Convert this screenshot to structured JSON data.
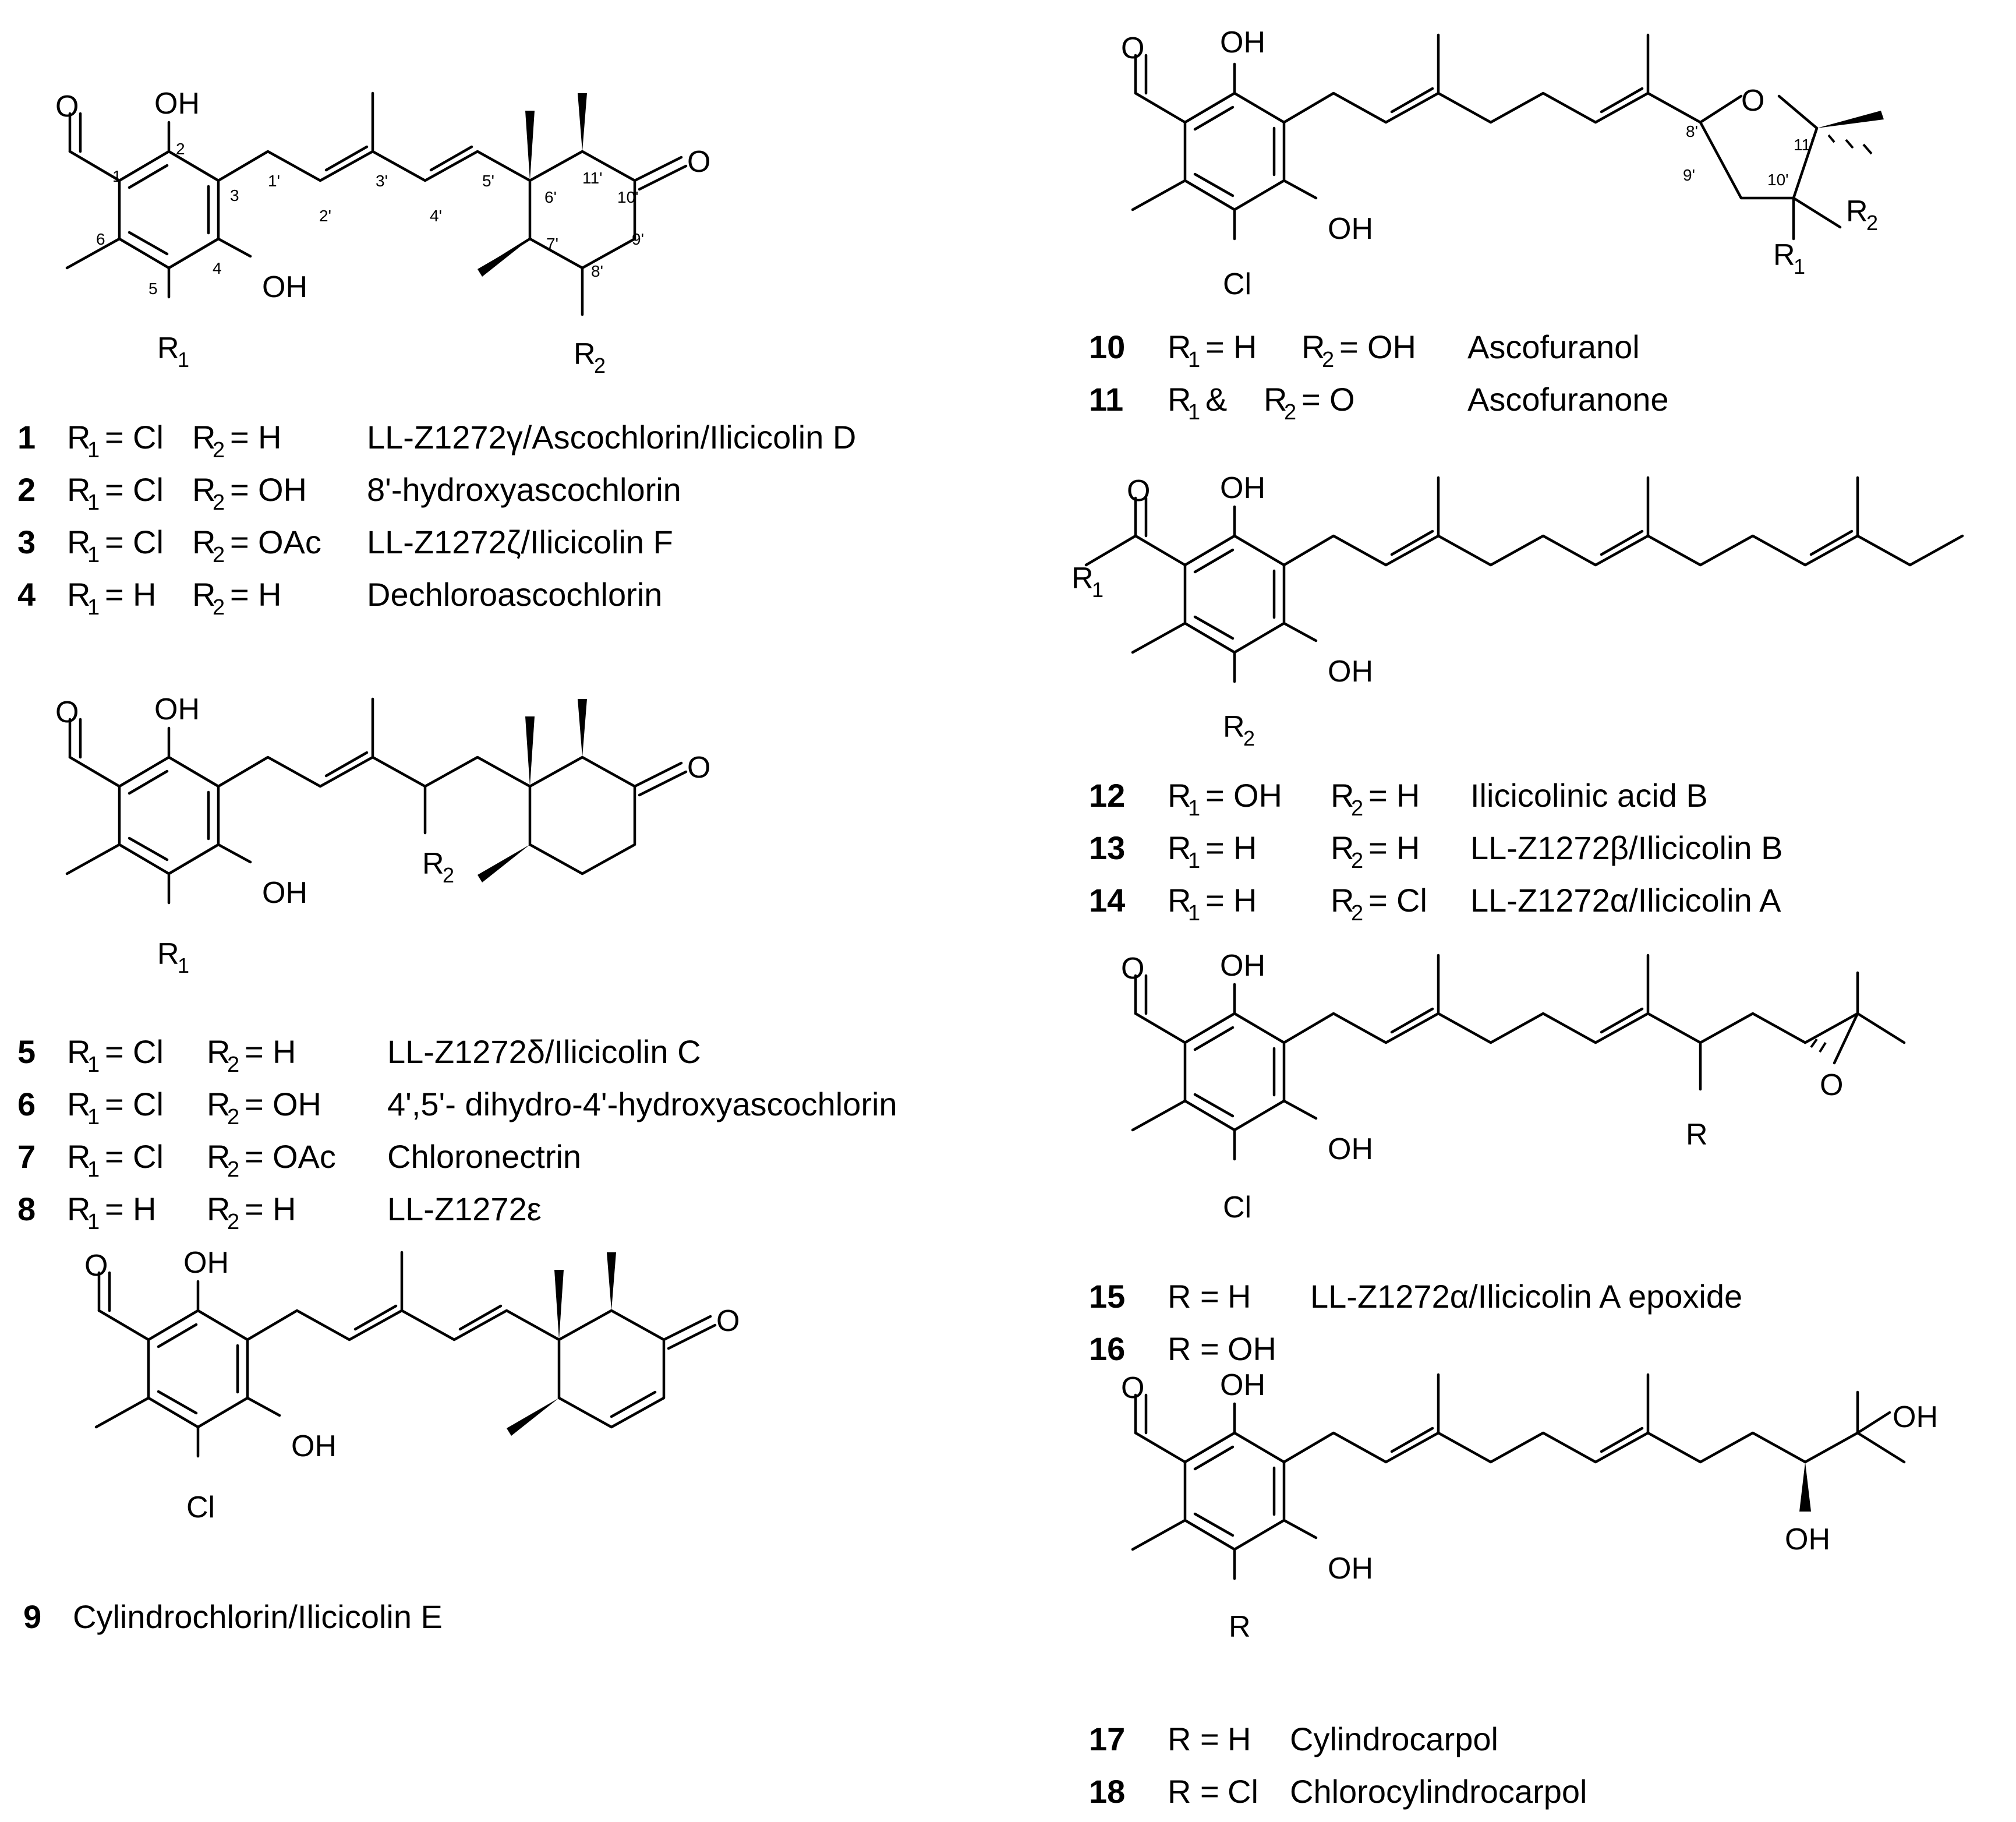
{
  "atoms": {
    "O": "O",
    "OH": "OH",
    "Cl": "Cl",
    "R": "R",
    "R1": "R",
    "R2": "R",
    "sub1": "1",
    "sub2": "2"
  },
  "numbering": [
    "1",
    "2",
    "3",
    "4",
    "5",
    "6",
    "1'",
    "2'",
    "3'",
    "4'",
    "5'",
    "6'",
    "7'",
    "8'",
    "9'",
    "10'",
    "11'"
  ],
  "numbering_b": [
    "8'",
    "9'",
    "10'",
    "11'"
  ],
  "legends": [
    {
      "id": "1",
      "r1": "Cl",
      "r2": "H",
      "name": "LL-Z1272γ/Ascochlorin/Ilicicolin D"
    },
    {
      "id": "2",
      "r1": "Cl",
      "r2": "OH",
      "name": "8'-hydroxyascochlorin"
    },
    {
      "id": "3",
      "r1": "Cl",
      "r2": "OAc",
      "name": "LL-Z1272ζ/Ilicicolin F"
    },
    {
      "id": "4",
      "r1": "H",
      "r2": "H",
      "name": "Dechloroascochlorin"
    },
    {
      "id": "5",
      "r1": "Cl",
      "r2": "H",
      "name": "LL-Z1272δ/Ilicicolin C"
    },
    {
      "id": "6",
      "r1": "Cl",
      "r2": "OH",
      "name": "4',5'- dihydro-4'-hydroxyascochlorin"
    },
    {
      "id": "7",
      "r1": "Cl",
      "r2": "OAc",
      "name": "Chloronectrin"
    },
    {
      "id": "8",
      "r1": "H",
      "r2": "H",
      "name": "LL-Z1272ε"
    },
    {
      "id": "9",
      "name": "Cylindrochlorin/Ilicicolin E"
    },
    {
      "id": "10",
      "r1": "H",
      "r2": "OH",
      "name": "Ascofuranol"
    },
    {
      "id": "11",
      "pair": "& R",
      "r2": "O",
      "name": "Ascofuranone"
    },
    {
      "id": "12",
      "r1": "OH",
      "r2": "H",
      "name": "Ilicicolinic acid B"
    },
    {
      "id": "13",
      "r1": "H",
      "r2": "H",
      "name": "LL-Z1272β/Ilicicolin B"
    },
    {
      "id": "14",
      "r1": "H",
      "r2": "Cl",
      "name": "LL-Z1272α/Ilicicolin A"
    },
    {
      "id": "15",
      "r": "H",
      "name": "LL-Z1272α/Ilicicolin A epoxide"
    },
    {
      "id": "16",
      "r": "OH",
      "name": ""
    },
    {
      "id": "17",
      "r": "H",
      "name": "Cylindrocarpol"
    },
    {
      "id": "18",
      "r": "Cl",
      "name": "Chlorocylindrocarpol"
    }
  ],
  "eq": " = "
}
